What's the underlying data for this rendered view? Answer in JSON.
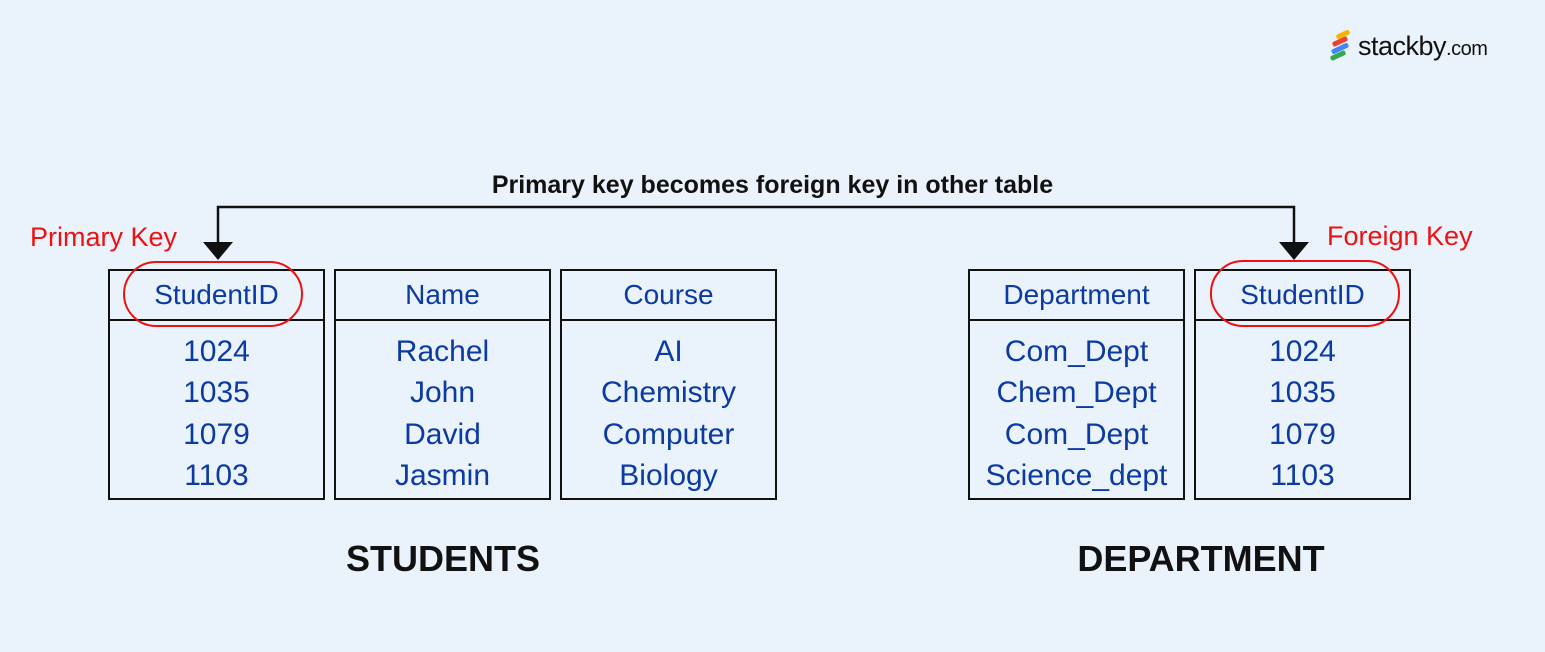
{
  "brand": {
    "name": "stackby",
    "domain": ".com",
    "icon": "stackby-logo-icon"
  },
  "caption": "Primary key becomes foreign key in other table",
  "labels": {
    "primary": "Primary Key",
    "foreign": "Foreign Key"
  },
  "students": {
    "title": "STUDENTS",
    "columns": [
      {
        "header": "StudentID",
        "cells": [
          "1024",
          "1035",
          "1079",
          "1103"
        ]
      },
      {
        "header": "Name",
        "cells": [
          "Rachel",
          "John",
          "David",
          "Jasmin"
        ]
      },
      {
        "header": "Course",
        "cells": [
          "AI",
          "Chemistry",
          "Computer",
          "Biology"
        ]
      }
    ]
  },
  "department": {
    "title": "DEPARTMENT",
    "columns": [
      {
        "header": "Department",
        "cells": [
          "Com_Dept",
          "Chem_Dept",
          "Com_Dept",
          "Science_dept"
        ]
      },
      {
        "header": "StudentID",
        "cells": [
          "1024",
          "1035",
          "1079",
          "1103"
        ]
      }
    ]
  },
  "colors": {
    "background": "#eaf2fc",
    "text_blue": "#0b3aa3",
    "highlight_red": "#ee1111"
  }
}
